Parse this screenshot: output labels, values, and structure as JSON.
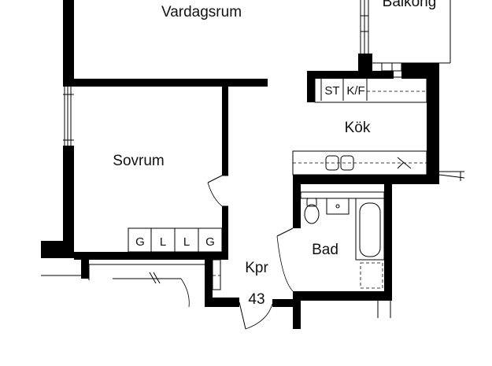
{
  "rooms": {
    "vardagsrum": "Vardagsrum",
    "balkong": "Balkong",
    "sovrum": "Sovrum",
    "kok": "Kök",
    "bad": "Bad",
    "kpr": "Kpr",
    "apartment_number": "43"
  },
  "kitchen_cabinets": [
    "ST",
    "K/F"
  ],
  "wardrobes": [
    "G",
    "L",
    "L",
    "G"
  ],
  "icons": [
    "door-swing-icon",
    "window-icon",
    "stove-icon",
    "sink-icon",
    "toilet-icon",
    "bathtub-icon",
    "washbasin-icon"
  ]
}
